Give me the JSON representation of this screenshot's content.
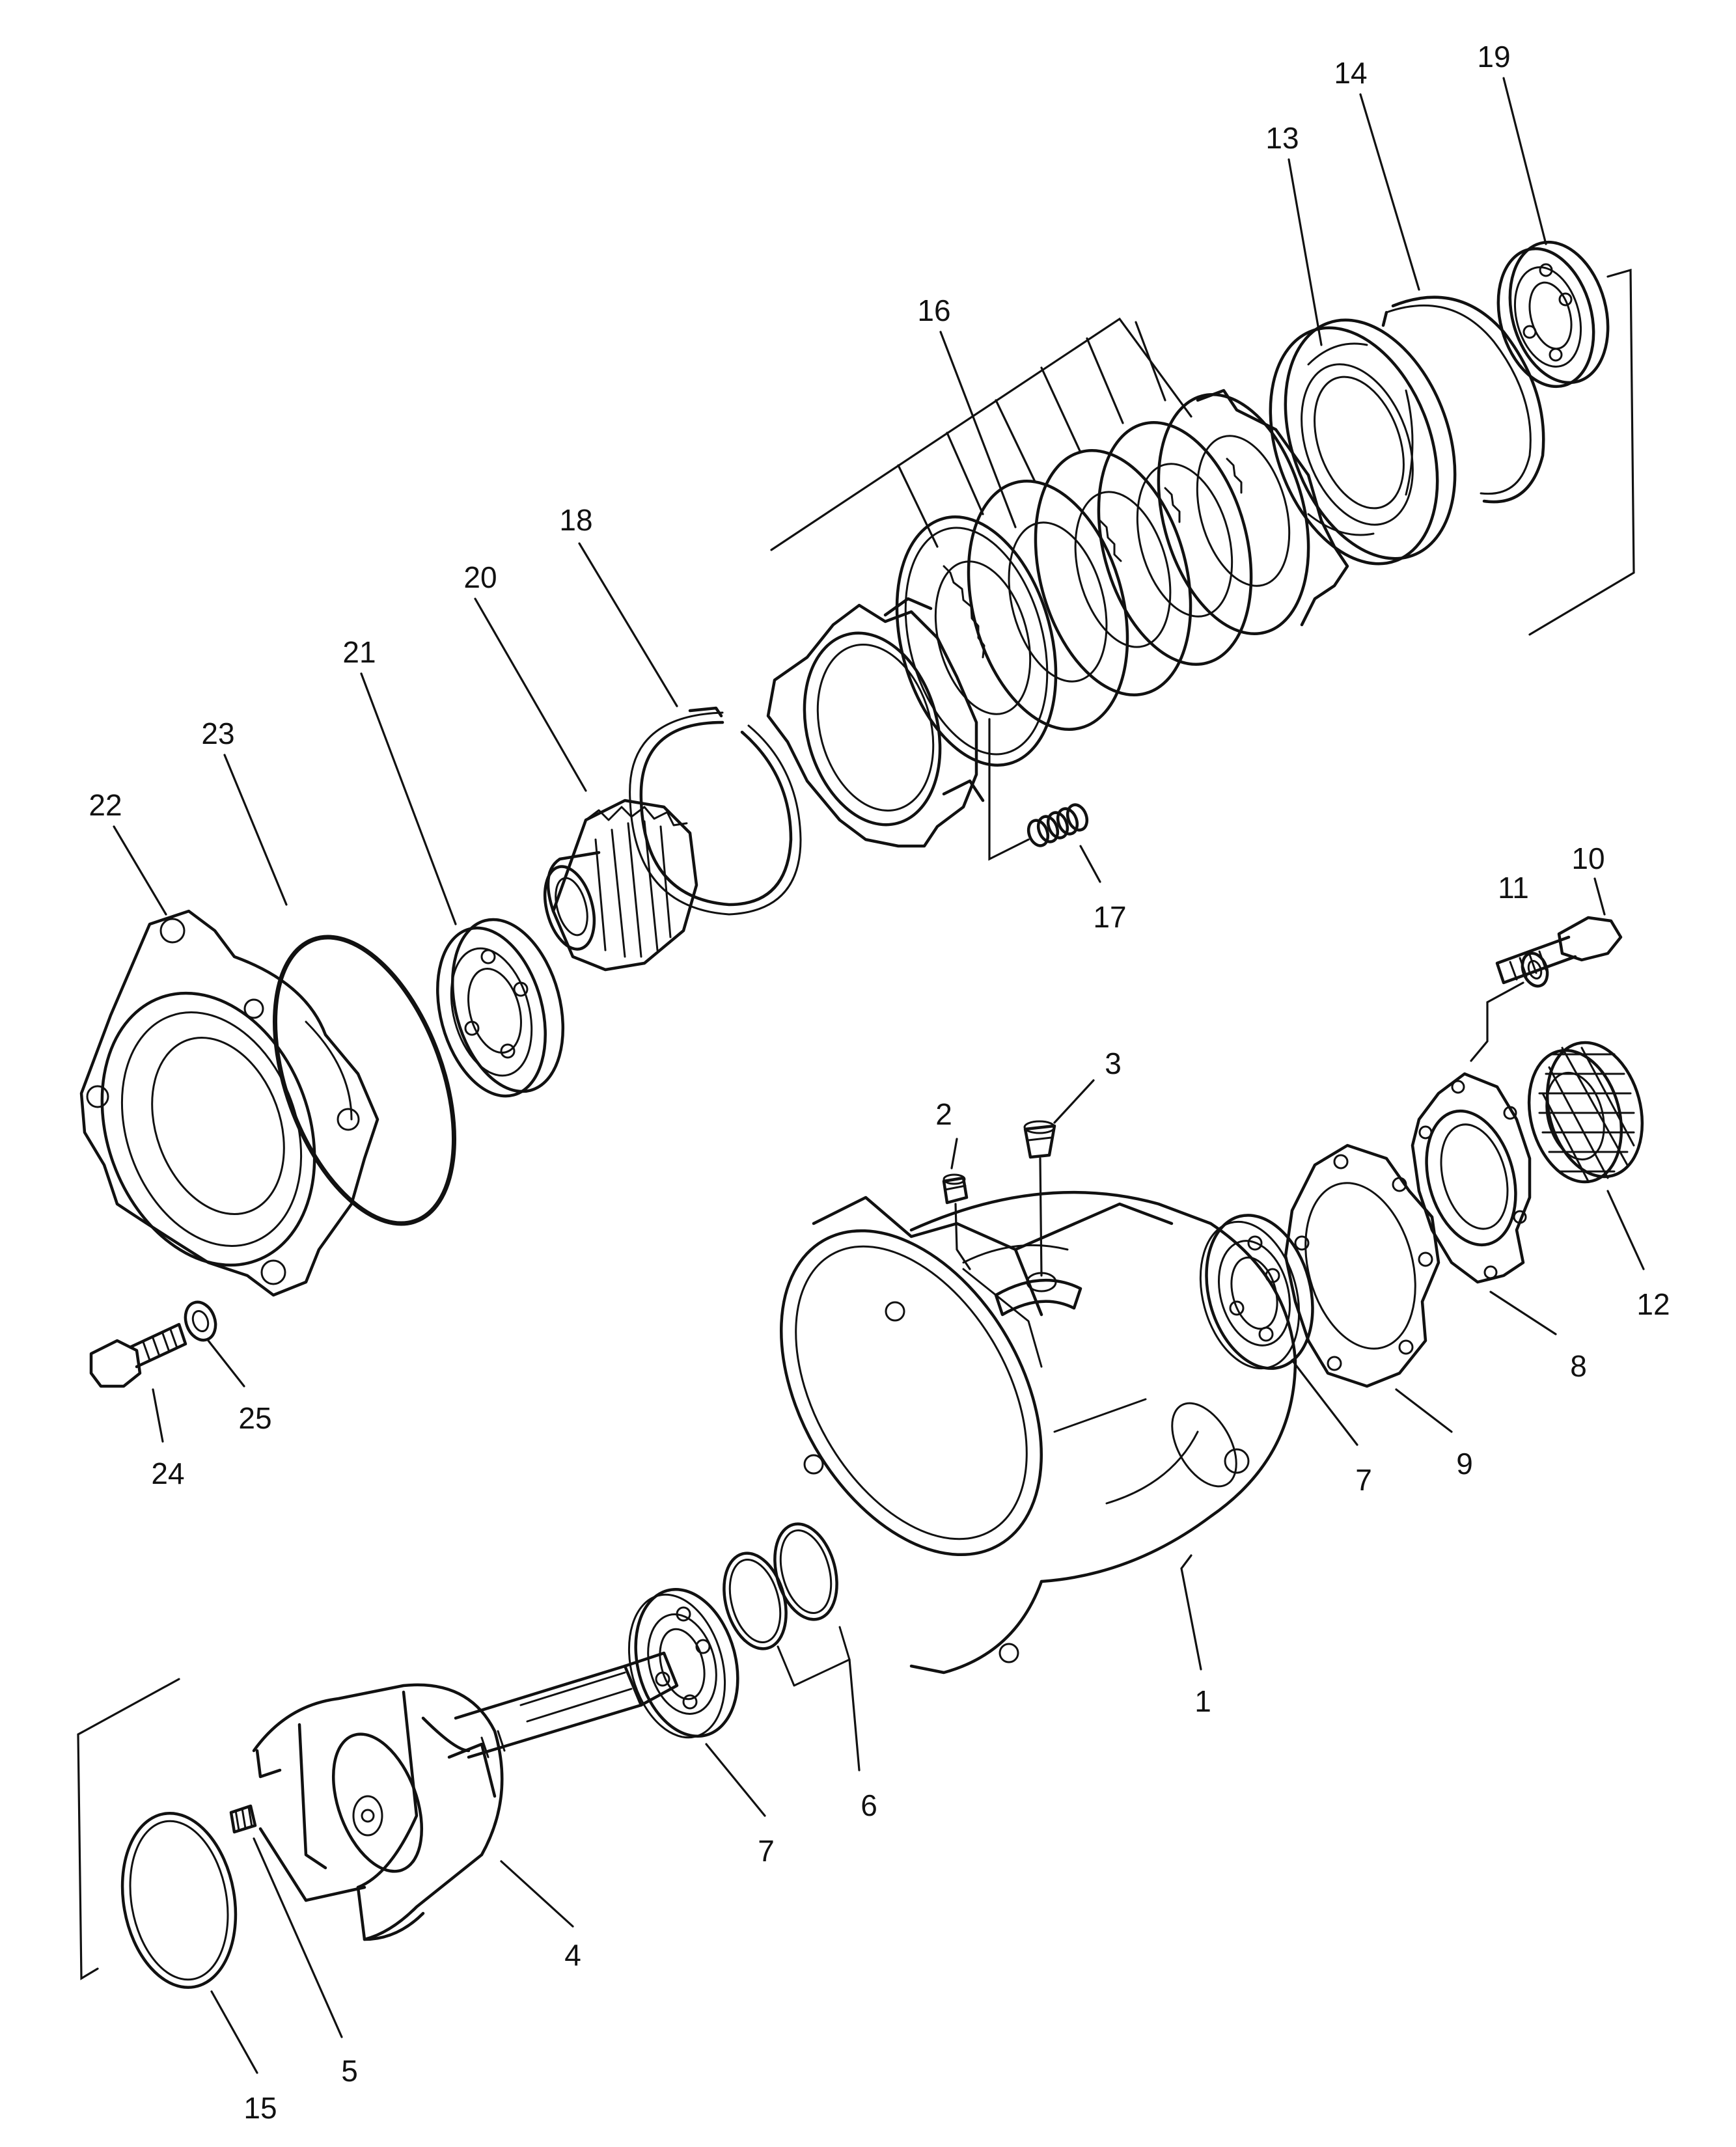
{
  "labels": {
    "l1": "1",
    "l2": "2",
    "l3": "3",
    "l4": "4",
    "l5": "5",
    "l6": "6",
    "l7a": "7",
    "l7b": "7",
    "l8": "8",
    "l9": "9",
    "l10": "10",
    "l11": "11",
    "l12": "12",
    "l13": "13",
    "l14": "14",
    "l15": "15",
    "l16": "16",
    "l17": "17",
    "l18": "18",
    "l19": "19",
    "l20": "20",
    "l21": "21",
    "l22": "22",
    "l23": "23",
    "l24": "24",
    "l25": "25"
  }
}
